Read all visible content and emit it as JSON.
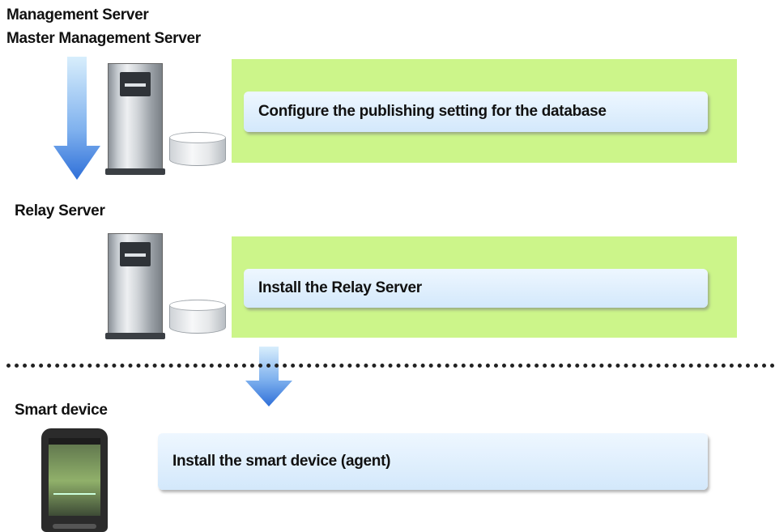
{
  "labels": {
    "management_server": "Management Server",
    "master_management_server": "Master Management Server",
    "relay_server": "Relay Server",
    "smart_device": "Smart device"
  },
  "steps": [
    {
      "text": "Configure the publishing setting for the database"
    },
    {
      "text": "Install the Relay Server"
    },
    {
      "text": "Install the smart device (agent)"
    }
  ],
  "colors": {
    "panel_green": "#ccf58a",
    "step_box_blue": "#d9ecfd",
    "arrow_blue": "#3c7fe0"
  },
  "icons": [
    "server-tower-icon",
    "database-disk-icon",
    "smartphone-icon",
    "down-arrow-icon"
  ]
}
